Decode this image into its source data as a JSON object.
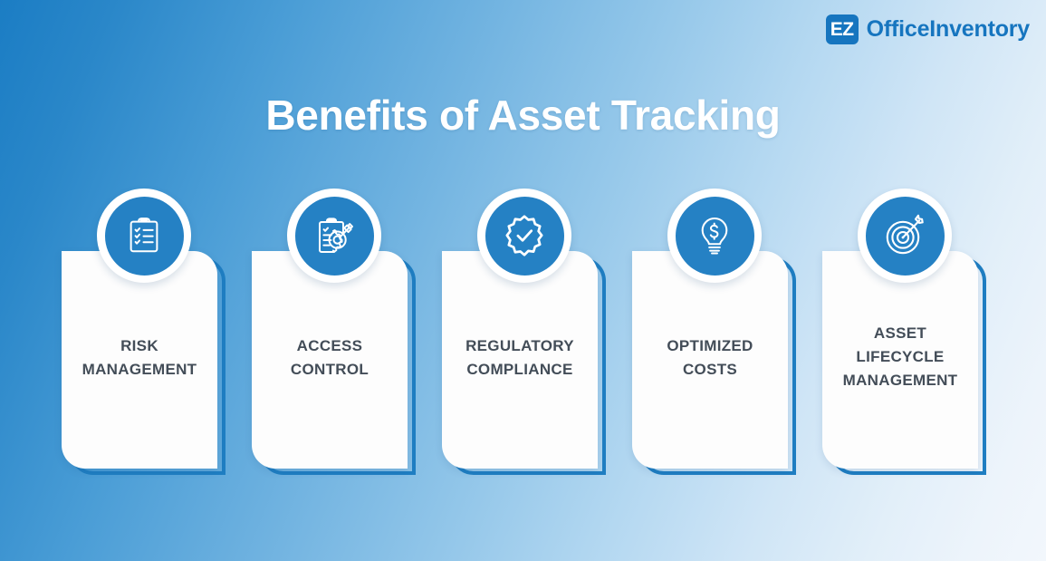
{
  "brand": {
    "mark_text": "EZ",
    "name": "OfficeInventory",
    "mark_bg": "#1675bf",
    "text_color": "#1675bf"
  },
  "header": {
    "title": "Benefits of Asset Tracking"
  },
  "theme": {
    "accent_blue": "#2581c4",
    "outline_blue": "#1f7ec2",
    "card_bg": "#fdfdfd",
    "label_color": "#434d58",
    "bg_gradient_from": "#1b7dc4",
    "bg_gradient_to": "#f2f7fc"
  },
  "cards": [
    {
      "label": "RISK\nMANAGEMENT",
      "line1": "RISK",
      "line2": "MANAGEMENT",
      "line3": "",
      "icon": "clipboard-checklist-icon"
    },
    {
      "label": "ACCESS\nCONTROL",
      "line1": "ACCESS",
      "line2": "CONTROL",
      "line3": "",
      "icon": "clipboard-gear-pencil-icon"
    },
    {
      "label": "REGULATORY\nCOMPLIANCE",
      "line1": "REGULATORY",
      "line2": "COMPLIANCE",
      "line3": "",
      "icon": "verified-badge-check-icon"
    },
    {
      "label": "OPTIMIZED\nCOSTS",
      "line1": "OPTIMIZED",
      "line2": "COSTS",
      "line3": "",
      "icon": "lightbulb-dollar-icon"
    },
    {
      "label": "ASSET\nLIFECYCLE\nMANAGEMENT",
      "line1": "ASSET",
      "line2": "LIFECYCLE",
      "line3": "MANAGEMENT",
      "icon": "target-arrow-icon"
    }
  ]
}
